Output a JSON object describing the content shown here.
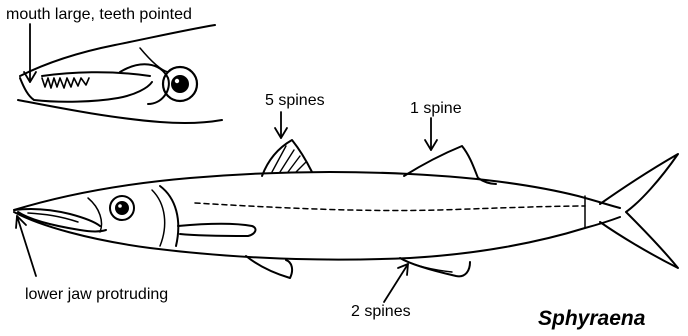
{
  "labels": {
    "mouth": "mouth large, teeth pointed",
    "spines5": "5 spines",
    "spine1": "1 spine",
    "lowerjaw": "lower jaw protruding",
    "spines2": "2 spines",
    "genus": "Sphyraena"
  }
}
